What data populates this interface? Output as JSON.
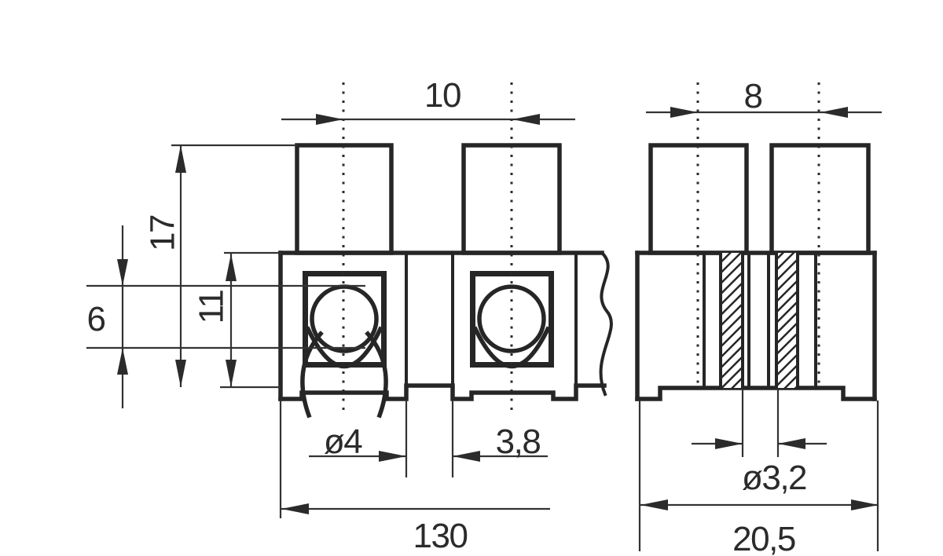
{
  "page": {
    "background": "#ffffff",
    "line_color": "#262626",
    "text_color": "#2b2b2b"
  },
  "drawing": {
    "kind": "terminal-block-dimension-drawing",
    "dimensions": {
      "pitch": "10",
      "tower_spacing": "8",
      "total_height": "17",
      "body_height": "11",
      "hole_offset": "6",
      "hole_diameter": "ø4",
      "slot_width": "3,8",
      "total_length": "130",
      "screw_hole_diameter": "ø3,2",
      "depth": "20,5"
    }
  }
}
